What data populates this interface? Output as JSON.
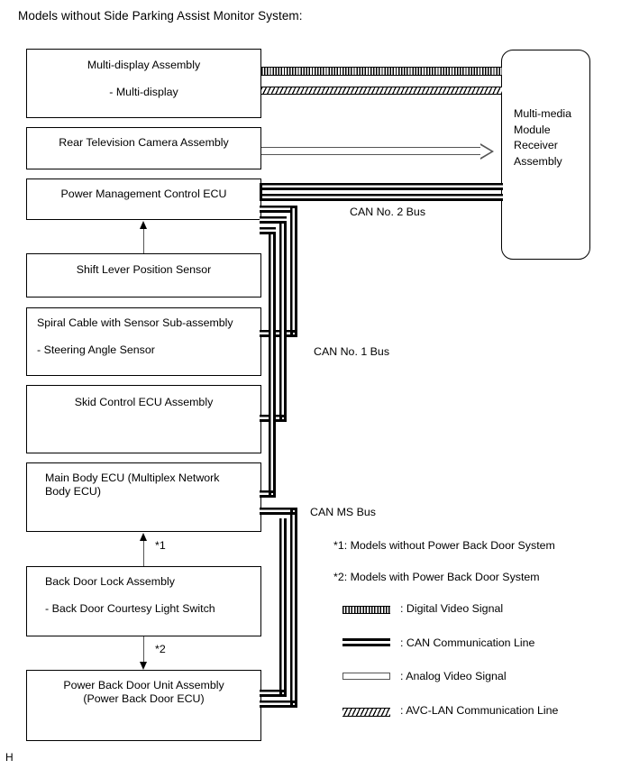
{
  "title": "Models without Side Parking Assist Monitor System:",
  "footer_mark": "H",
  "boxes": {
    "multi_display": {
      "line1": "Multi-display Assembly",
      "line2": "- Multi-display"
    },
    "rear_camera": {
      "line1": "Rear Television Camera Assembly"
    },
    "power_mgmt": {
      "line1": "Power Management Control ECU"
    },
    "shift_lever": {
      "line1": "Shift Lever Position Sensor"
    },
    "spiral_cable": {
      "line1": "Spiral Cable with Sensor Sub-assembly",
      "line2": "- Steering Angle Sensor"
    },
    "skid_control": {
      "line1": "Skid Control ECU Assembly"
    },
    "main_body": {
      "line1": "Main Body ECU (Multiplex Network",
      "line2": "Body ECU)"
    },
    "back_door_lock": {
      "line1": "Back Door Lock Assembly",
      "line2": "- Back Door Courtesy Light Switch"
    },
    "power_back_door": {
      "line1": "Power Back Door Unit Assembly",
      "line2": "(Power Back Door ECU)"
    },
    "multimedia": {
      "line1": "Multi-media",
      "line2": "Module",
      "line3": "Receiver",
      "line4": "Assembly"
    }
  },
  "bus_labels": {
    "can2": "CAN No. 2 Bus",
    "can1": "CAN No. 1 Bus",
    "canms": "CAN MS Bus"
  },
  "connector_notes": {
    "note1": "*1",
    "note2": "*2"
  },
  "legend": {
    "footnote1": "*1: Models without Power Back Door System",
    "footnote2": "*2: Models with Power Back Door System",
    "items": [
      {
        "symbol": "digital-video-signal-symbol",
        "label": ": Digital Video Signal"
      },
      {
        "symbol": "can-communication-line-symbol",
        "label": ": CAN Communication Line"
      },
      {
        "symbol": "analog-video-signal-symbol",
        "label": ": Analog Video Signal"
      },
      {
        "symbol": "avc-lan-communication-line-symbol",
        "label": ": AVC-LAN Communication Line"
      }
    ]
  },
  "colors": {
    "line": "#000000",
    "analog": "#555555",
    "background": "#ffffff"
  }
}
